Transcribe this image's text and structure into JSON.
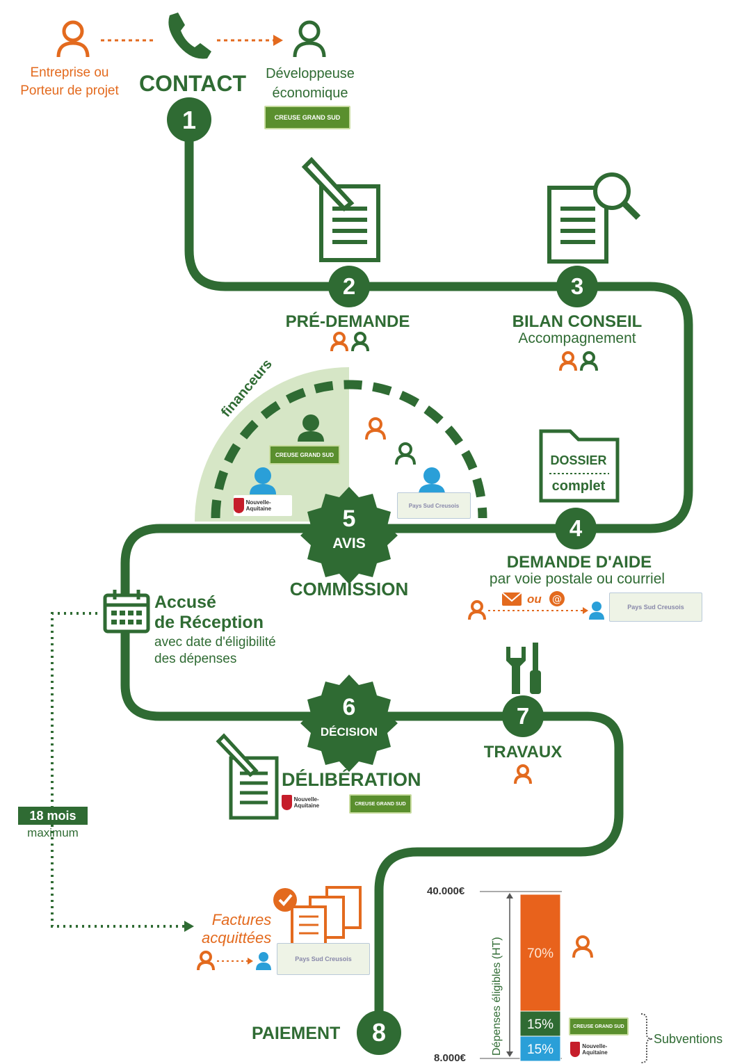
{
  "contact": {
    "left_label_1": "Entreprise ou",
    "left_label_2": "Porteur de projet",
    "title": "CONTACT",
    "right_label_1": "Développeuse",
    "right_label_2": "économique",
    "logo": "CREUSE GRAND SUD"
  },
  "steps": [
    {
      "number": "1"
    },
    {
      "number": "2",
      "title": "PRÉ-DEMANDE"
    },
    {
      "number": "3",
      "title": "BILAN CONSEIL",
      "subtitle": "Accompagnement"
    },
    {
      "number": "4",
      "title": "DEMANDE D'AIDE",
      "subtitle": "par voie postale ou courriel",
      "ou": "ou"
    },
    {
      "number": "5",
      "badge": "AVIS",
      "title": "COMMISSION"
    },
    {
      "number": "6",
      "badge": "DÉCISION",
      "title": "DÉLIBÉRATION"
    },
    {
      "number": "7",
      "title": "TRAVAUX"
    },
    {
      "number": "8",
      "title": "PAIEMENT"
    }
  ],
  "dossier": {
    "line1": "DOSSIER",
    "line2": "complet"
  },
  "financeurs": "financeurs",
  "logos": {
    "creuse": "CREUSE GRAND SUD",
    "na": "Nouvelle-Aquitaine",
    "pays": "Pays Sud Creusois"
  },
  "accuse": {
    "title_1": "Accusé",
    "title_2": "de Réception",
    "sub_1": "avec date d'éligibilité",
    "sub_2": "des dépenses"
  },
  "duration": {
    "value": "18 mois",
    "label": "maximum"
  },
  "factures": {
    "line1": "Factures",
    "line2": "acquittées"
  },
  "funding": {
    "top_label": "40.000€",
    "bottom_label": "8.000€",
    "axis_label": "Dépenses éligibles (HT)",
    "brace_label": "Subventions",
    "segments": [
      {
        "percent": "70%",
        "value": 70,
        "color": "#e8621c"
      },
      {
        "percent": "15%",
        "value": 15,
        "color": "#2f6b33"
      },
      {
        "percent": "15%",
        "value": 15,
        "color": "#2a9fd8"
      }
    ]
  },
  "colors": {
    "green": "#2f6b33",
    "orange": "#e36a1e",
    "blue": "#2a9fd8",
    "light_green": "#d6e6c6"
  }
}
